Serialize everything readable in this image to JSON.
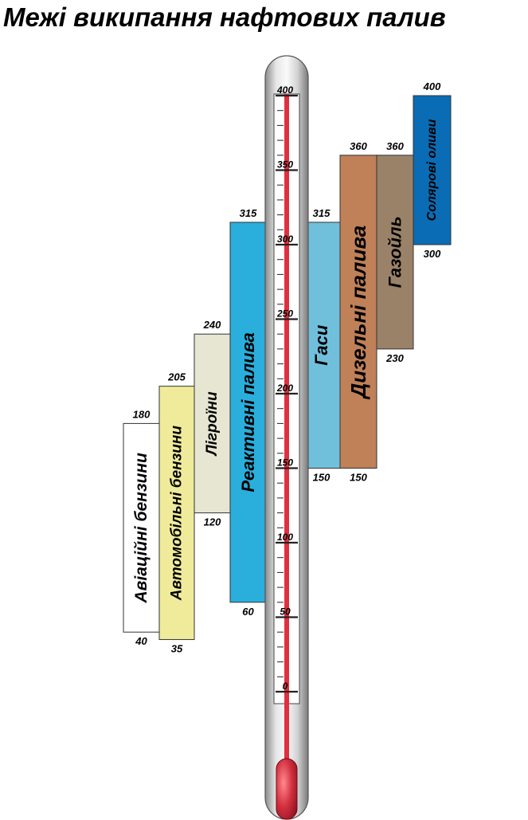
{
  "title": "Межі википання нафтових палив",
  "scale": {
    "min": 0,
    "max": 400,
    "major_ticks": [
      0,
      50,
      100,
      150,
      200,
      250,
      300,
      350,
      400
    ]
  },
  "colors": {
    "thermometer_line": "#e03040",
    "bulb": "#c82838",
    "glass": "#c8c8c8"
  },
  "bands": [
    {
      "id": "aviation-gasoline",
      "label": "Авіаційні бензини",
      "low": 40,
      "high": 180,
      "color": "#ffffff"
    },
    {
      "id": "automotive-gasoline",
      "label": "Автомобільні бензини",
      "low": 35,
      "high": 205,
      "color": "#f0eb9a"
    },
    {
      "id": "ligroin",
      "label": "Лігроїни",
      "low": 120,
      "high": 240,
      "color": "#e6e6d2"
    },
    {
      "id": "jet-fuel",
      "label": "Реактивні палива",
      "low": 60,
      "high": 315,
      "color": "#2aaedc"
    },
    {
      "id": "kerosene",
      "label": "Гаси",
      "low": 150,
      "high": 315,
      "color": "#70c0dc"
    },
    {
      "id": "diesel",
      "label": "Дизельні палива",
      "low": 150,
      "high": 360,
      "color": "#c08058"
    },
    {
      "id": "gasoil",
      "label": "Газойль",
      "low": 230,
      "high": 360,
      "color": "#9a8268"
    },
    {
      "id": "solar-oils",
      "label": "Солярові оливи",
      "low": 300,
      "high": 400,
      "color": "#0a6cb4"
    }
  ]
}
